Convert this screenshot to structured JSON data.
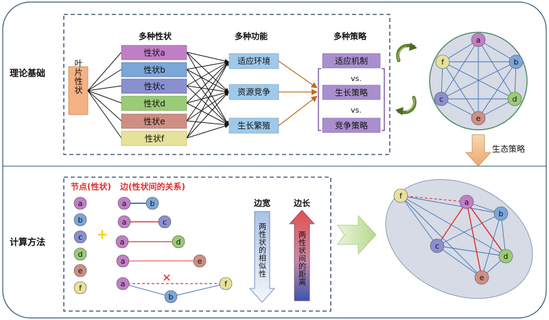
{
  "sections": {
    "theory": "理论基础",
    "method": "计算方法"
  },
  "top": {
    "leaf_trait": "叶片性状",
    "headers": {
      "traits": "多种性状",
      "functions": "多种功能",
      "strategies": "多种策略"
    },
    "traits": [
      "性状a",
      "性状b",
      "性状c",
      "性状d",
      "性状e",
      "性状f"
    ],
    "functions": [
      "适应环境",
      "资源竞争",
      "生长繁殖"
    ],
    "strategies": [
      "适应机制",
      "生长策略",
      "竞争策略"
    ],
    "vs": "vs.",
    "eco_strategy": "生态策略"
  },
  "network_nodes": [
    "a",
    "b",
    "c",
    "d",
    "e",
    "f"
  ],
  "bottom": {
    "nodes_title": "节点(性状)",
    "edges_title": "边(性状间的关系)",
    "plus": "+",
    "cross": "✕",
    "edge_width_title": "边宽",
    "edge_width_desc": "两性状的相似性",
    "edge_length_title": "边长",
    "edge_length_desc": "两性状间的距离"
  },
  "colors": {
    "a": "#c07ec6",
    "b": "#7aa6d8",
    "c": "#8a8fd0",
    "d": "#9acb77",
    "e": "#cf8e83",
    "f": "#e6e29a",
    "leaf_box": "#f4b183",
    "function_box": "#9fc9ea",
    "strategy_box": "#a98fce",
    "red": "#e03030",
    "network_line": "#4a7ab5"
  }
}
